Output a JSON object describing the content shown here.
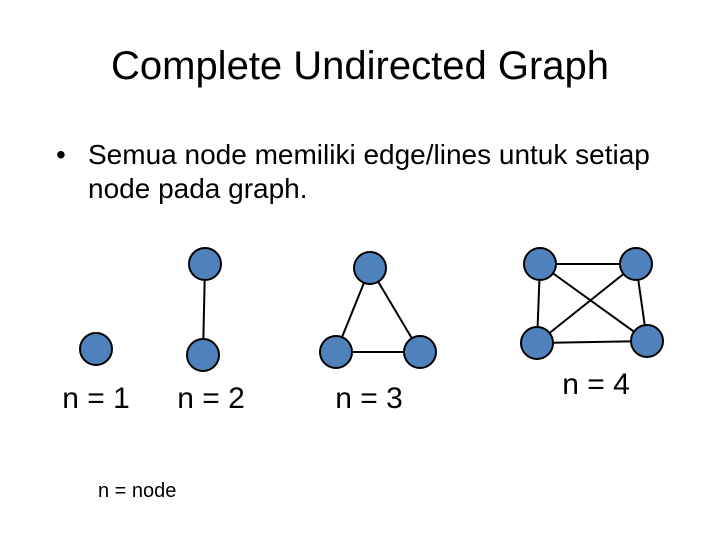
{
  "slide": {
    "title": "Complete Undirected Graph",
    "bullet": "Semua node memiliki edge/lines untuk setiap node pada graph.",
    "note": "n = node",
    "node_color": "#4f81bd",
    "edge_color": "#000000"
  },
  "graphs": [
    {
      "label": "n = 1",
      "nodes": 1
    },
    {
      "label": "n = 2",
      "nodes": 2
    },
    {
      "label": "n = 3",
      "nodes": 3
    },
    {
      "label": "n = 4",
      "nodes": 4
    }
  ]
}
